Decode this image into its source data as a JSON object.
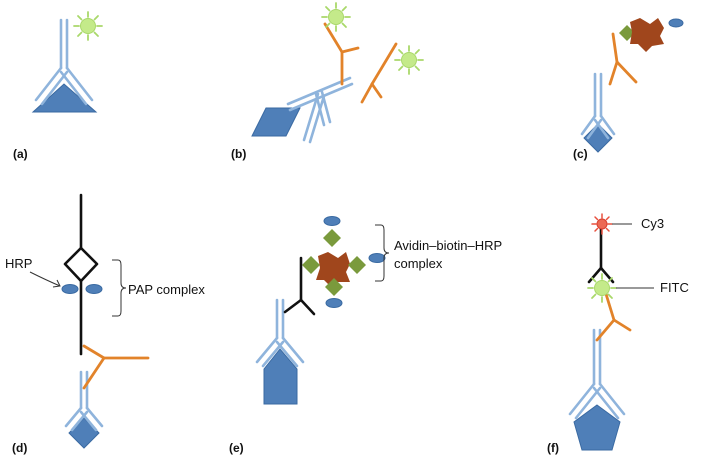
{
  "panels": [
    {
      "id": "a",
      "label": "(a)"
    },
    {
      "id": "b",
      "label": "(b)"
    },
    {
      "id": "c",
      "label": "(c)"
    },
    {
      "id": "d",
      "label": "(d)"
    },
    {
      "id": "e",
      "label": "(e)"
    },
    {
      "id": "f",
      "label": "(f)"
    }
  ],
  "annotations": {
    "hrp": "HRP",
    "pap_complex": "PAP complex",
    "avidin_line1": "Avidin–biotin–HRP",
    "avidin_line2": "complex",
    "cy3": "Cy3",
    "fitc": "FITC"
  },
  "colors": {
    "antibody_primary": "#8fb4dc",
    "antibody_secondary": "#e2832a",
    "antibody_pap": "#111111",
    "antigen": "#4f7fb8",
    "fluorophore_green": "#b5e07a",
    "fluorophore_red": "#e8503e",
    "enzyme_hrp": "#4f7fb8",
    "avidin": "#a0461c",
    "biotin": "#7a9a3c"
  }
}
